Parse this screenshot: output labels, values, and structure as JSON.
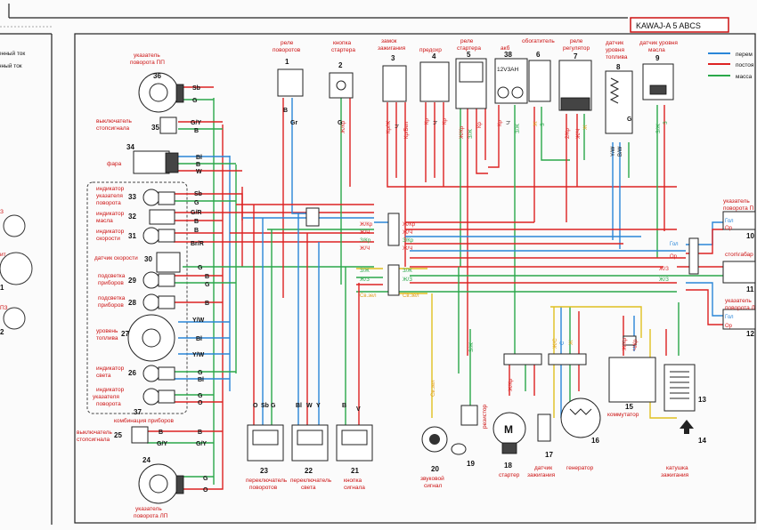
{
  "header": {
    "banner_text": "KAWAJ-A 5 ABCS"
  },
  "legend": {
    "items": [
      {
        "label": "перем",
        "color": "#2a86d8"
      },
      {
        "label": "постоя",
        "color": "#dd2222"
      },
      {
        "label": "масса",
        "color": "#2aa84a"
      }
    ]
  },
  "left_strip": {
    "texts": [
      "енный ток",
      "нный ток",
      "З",
      "ит",
      "1",
      "ПЗ",
      "2"
    ]
  },
  "colors": {
    "ac": "#2a86d8",
    "dc": "#dd2222",
    "ground": "#2aa84a",
    "label_red": "#cc1111"
  },
  "top_components": [
    {
      "number": "1",
      "label_lines": [
        "реле",
        "поворотов"
      ],
      "pins": [
        "B",
        "Gr"
      ]
    },
    {
      "number": "2",
      "label_lines": [
        "кнопка",
        "стартера"
      ],
      "pins": [
        "G",
        "Ж/Кр"
      ]
    },
    {
      "number": "3",
      "label_lines": [
        "замок",
        "зажигания"
      ],
      "pins": [
        "Кр/Ж",
        "Ч",
        "Кр/Бел"
      ]
    },
    {
      "number": "4",
      "label_lines": [
        "предохр"
      ],
      "pins": [
        "Кр",
        "Ч",
        "Кр"
      ]
    },
    {
      "number": "5",
      "label_lines": [
        "реле",
        "стартера"
      ],
      "pins": [
        "Ж/Кр",
        "З/Ж",
        "Кр"
      ]
    },
    {
      "number": "38",
      "label_lines": [
        "акб"
      ],
      "body_text": "12V3AH",
      "pins": [
        "Кр",
        "Ч",
        "З/Ж"
      ]
    },
    {
      "number": "6",
      "label_lines": [
        "обогатитель"
      ],
      "pins": [
        "Ж",
        "З"
      ]
    },
    {
      "number": "7",
      "label_lines": [
        "реле",
        "регулятор"
      ],
      "pins": [
        "2/Кр",
        "Ж/Ч",
        "Ж"
      ]
    },
    {
      "number": "8",
      "label_lines": [
        "датчик",
        "уровня",
        "топлива"
      ],
      "pins": [
        "Y/W",
        "B/W",
        "G"
      ]
    },
    {
      "number": "9",
      "label_lines": [
        "датчик уровня",
        "масла"
      ],
      "pins": [
        "З/Ж",
        "З"
      ]
    }
  ],
  "left_components": [
    {
      "number": "36",
      "label_lines": [
        "указатель",
        "поворота ПП"
      ],
      "pins": [
        "Sb",
        "G"
      ]
    },
    {
      "number": "35",
      "label_lines": [
        "выключатель",
        "стопсигнала"
      ],
      "pins": [
        "G/Y",
        "B"
      ]
    },
    {
      "number": "34",
      "label_lines": [
        "фара"
      ],
      "pins": [
        "Bl",
        "B",
        "W"
      ]
    },
    {
      "number": "33",
      "label_lines": [
        "индикатор",
        "указателя",
        "поворота"
      ],
      "pins": [
        "Sb",
        "G"
      ]
    },
    {
      "number": "32",
      "label_lines": [
        "индикатор",
        "масла"
      ],
      "pins": [
        "G/R",
        "B"
      ]
    },
    {
      "number": "31",
      "label_lines": [
        "индикатор",
        "скорости"
      ],
      "pins": [
        "B",
        "Br/R"
      ]
    },
    {
      "number": "30",
      "label_lines": [
        "датчик скорости"
      ],
      "pins": [
        "G"
      ]
    },
    {
      "number": "29",
      "label_lines": [
        "подсветка",
        "приборов"
      ],
      "pins": [
        "B",
        "G"
      ]
    },
    {
      "number": "28",
      "label_lines": [
        "подсветка",
        "приборов"
      ],
      "pins": [
        "B"
      ]
    },
    {
      "number": "27",
      "label_lines": [
        "уровень",
        "топлива"
      ],
      "pins": [
        "Y/W",
        "Bl",
        "Y/W"
      ]
    },
    {
      "number": "26",
      "label_lines": [
        "индикатор",
        "света"
      ],
      "pins": [
        "G",
        "Bl"
      ]
    },
    {
      "number": "37",
      "label_lines": [
        "индикатор",
        "указателя",
        "поворота"
      ],
      "pins": [
        "G",
        "O"
      ]
    },
    {
      "number": "25",
      "label_lines": [
        "выключатель",
        "стопсигнала"
      ],
      "pins": [
        "B",
        "G/Y"
      ]
    },
    {
      "number": "24",
      "label_lines": [
        "указатель",
        "поворота ЛП"
      ],
      "pins": [
        "G",
        "O"
      ]
    }
  ],
  "cluster_label": "комбинация приборов",
  "bottom_components": [
    {
      "number": "23",
      "label_lines": [
        "переключатель",
        "поворотов"
      ],
      "pins": [
        "O",
        "Sb",
        "G"
      ]
    },
    {
      "number": "22",
      "label_lines": [
        "переключатель",
        "света"
      ],
      "pins": [
        "Bl",
        "W",
        "Y"
      ]
    },
    {
      "number": "21",
      "label_lines": [
        "кнопка",
        "сигнала"
      ],
      "pins": [
        "B",
        "V"
      ]
    },
    {
      "number": "20",
      "label_lines": [
        "звуковой",
        "сигнал"
      ],
      "pins": [
        "Св.зел"
      ]
    },
    {
      "number": "19",
      "label_lines": [
        "резистор"
      ],
      "pins": [
        "З/Ж"
      ]
    },
    {
      "number": "18",
      "label_lines": [
        "стартер"
      ],
      "pins": [
        "Ж/Кр"
      ]
    },
    {
      "number": "17",
      "label_lines": [
        "датчик",
        "зажигания"
      ],
      "pins": [
        "Ж/С",
        "С"
      ]
    },
    {
      "number": "16",
      "label_lines": [
        "генератор"
      ],
      "pins": [
        "Ж"
      ]
    },
    {
      "number": "15",
      "label_lines": [
        "коммутатор"
      ],
      "pins": [
        "Ж/Кр",
        "Ч/Кр"
      ]
    },
    {
      "number": "14",
      "label_lines": [
        ""
      ],
      "pins": []
    },
    {
      "number": "13",
      "label_lines": [
        "катушка",
        "зажигания"
      ],
      "pins": []
    }
  ],
  "right_components": [
    {
      "number": "10",
      "label_lines": [
        "указатель",
        "поворота П"
      ],
      "pins": [
        "Гол",
        "Ор"
      ]
    },
    {
      "number": "11",
      "label_lines": [
        "стоп\\габар"
      ],
      "pins": [
        "Ж/З"
      ]
    },
    {
      "number": "12",
      "label_lines": [
        "указатель",
        "поворота Л"
      ],
      "pins": [
        "Гол",
        "Ор"
      ]
    }
  ],
  "connector_labels": {
    "left": [
      "Ж/Кр",
      "Ж/Ч",
      "З/Кр",
      "Ж/Ч",
      "З/Ж",
      "Ж/З",
      "Св.зел"
    ],
    "right": [
      "Ж/Кр",
      "Ж/Ч",
      "З/Кр",
      "Ж/Ч",
      "З/Ж",
      "Ж/З",
      "Св.зел"
    ],
    "far_right": [
      "Гол",
      "Ор",
      "Гол",
      "Ор"
    ]
  }
}
